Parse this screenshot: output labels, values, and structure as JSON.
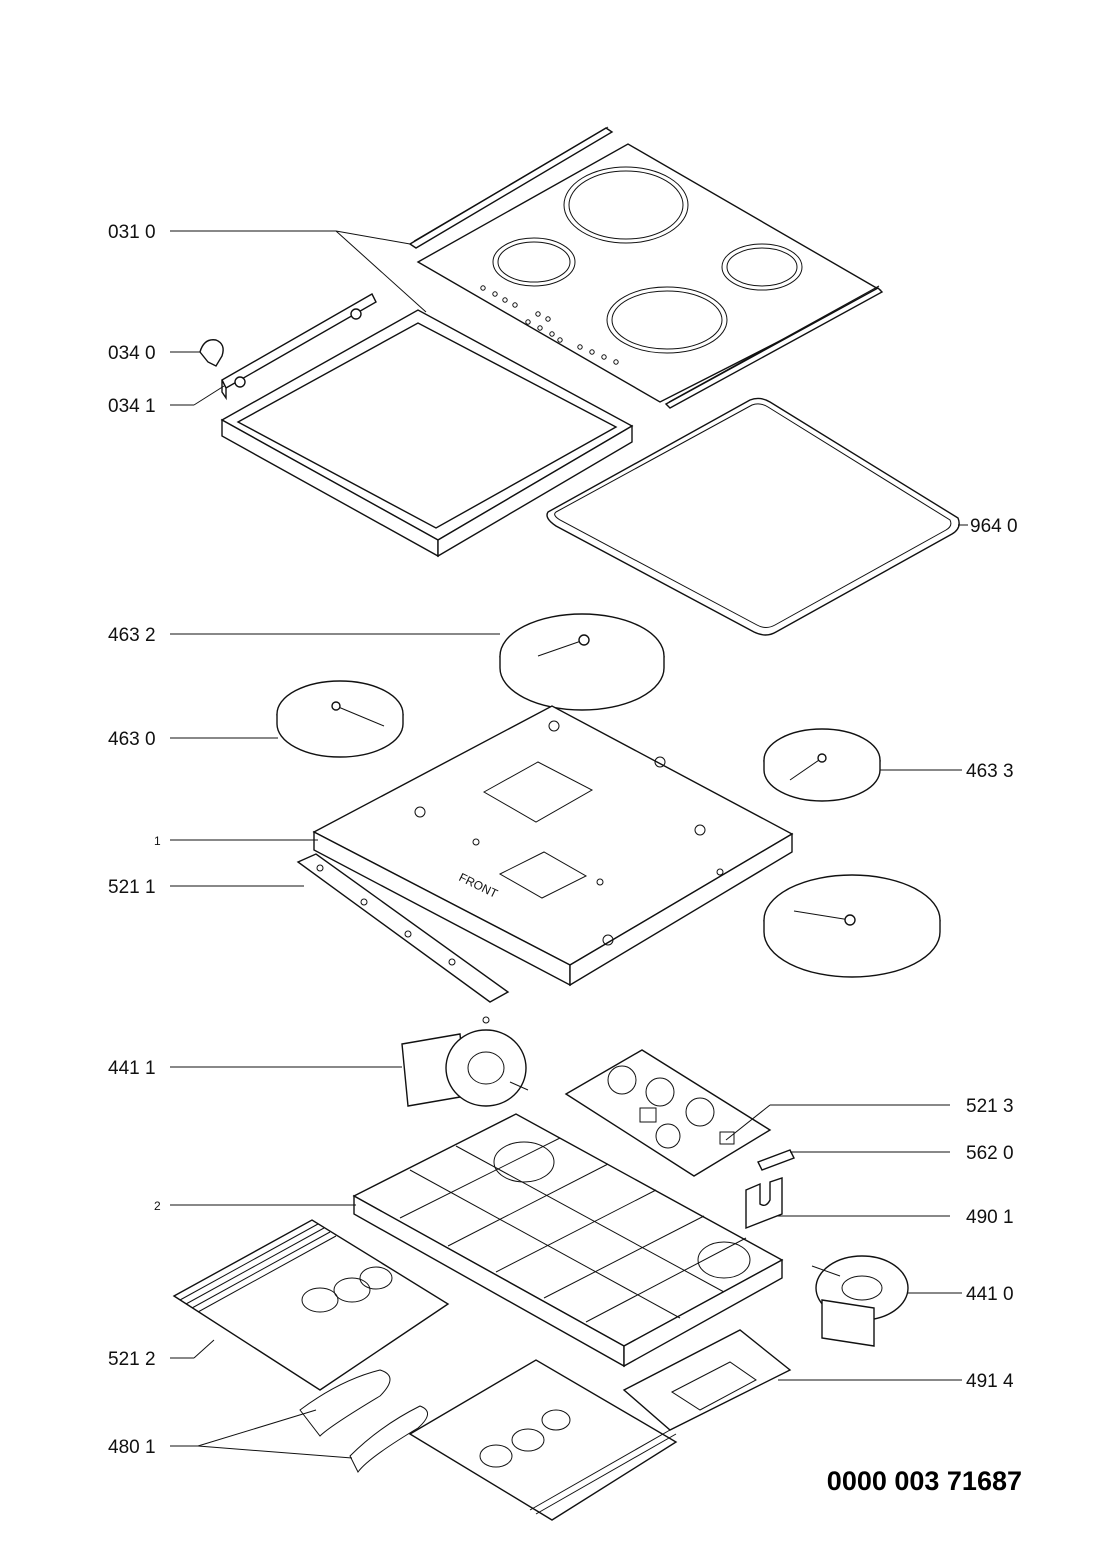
{
  "document_number": "0000 003 71687",
  "front_mark": "FRONT",
  "labels": {
    "p0310": "031 0",
    "p0340": "034 0",
    "p0341": "034 1",
    "p9640": "964 0",
    "p4632": "463 2",
    "p4630": "463 0",
    "p4633": "463 3",
    "p1": "1",
    "p5211": "521 1",
    "p4411": "441 1",
    "p5213": "521 3",
    "p5620": "562 0",
    "p2": "2",
    "p4901": "490 1",
    "p4410": "441 0",
    "p5212": "521 2",
    "p4914": "491 4",
    "p4801": "480 1"
  }
}
